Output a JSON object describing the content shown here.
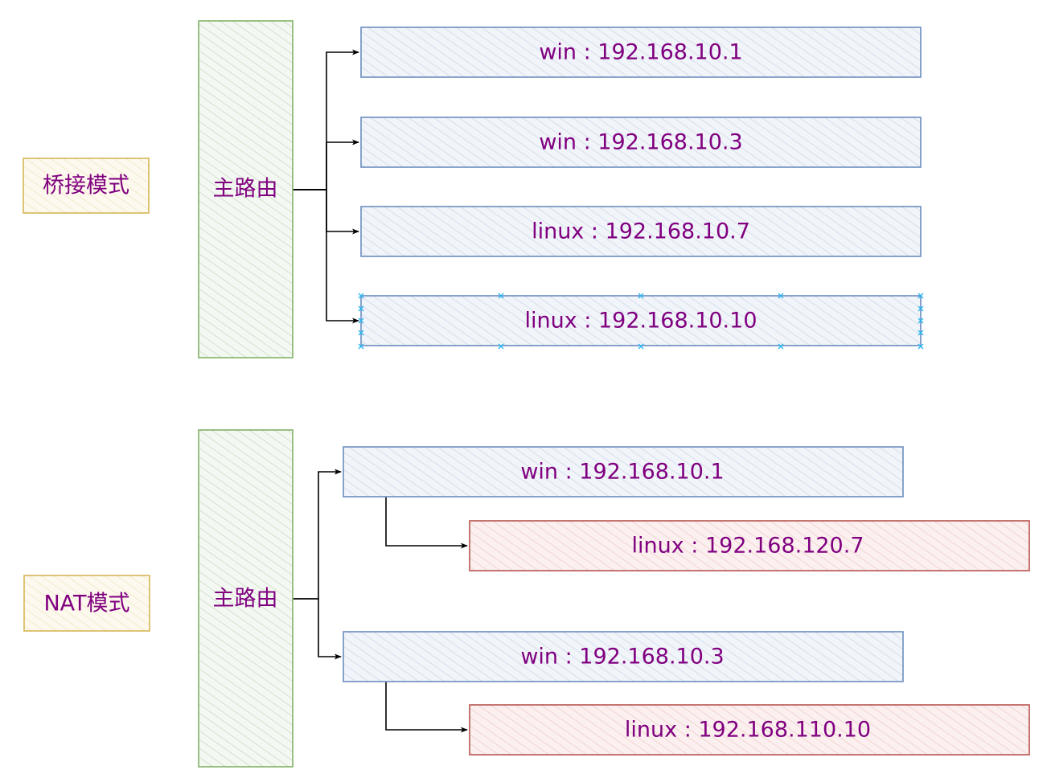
{
  "bridge": {
    "mode_label": "桥接模式",
    "router_label": "主路由",
    "hosts": [
      "win : 192.168.10.1",
      "win : 192.168.10.3",
      "linux : 192.168.10.7",
      "linux : 192.168.10.10"
    ]
  },
  "nat": {
    "mode_label": "NAT模式",
    "router_label": "主路由",
    "hosts": [
      {
        "label": "win : 192.168.10.1",
        "guest": "linux : 192.168.120.7"
      },
      {
        "label": "win : 192.168.10.3",
        "guest": "linux : 192.168.110.10"
      }
    ]
  },
  "colors": {
    "text": "#800080",
    "mode_fill": "#fff2cc",
    "mode_stroke": "#d6b656",
    "router_fill": "#d5e8d4",
    "router_stroke": "#82b366",
    "host_fill": "#dae8fc",
    "host_stroke": "#6c8ebf",
    "guest_fill": "#f8cecc",
    "guest_stroke": "#b85450",
    "selection": "#29b6f2"
  }
}
